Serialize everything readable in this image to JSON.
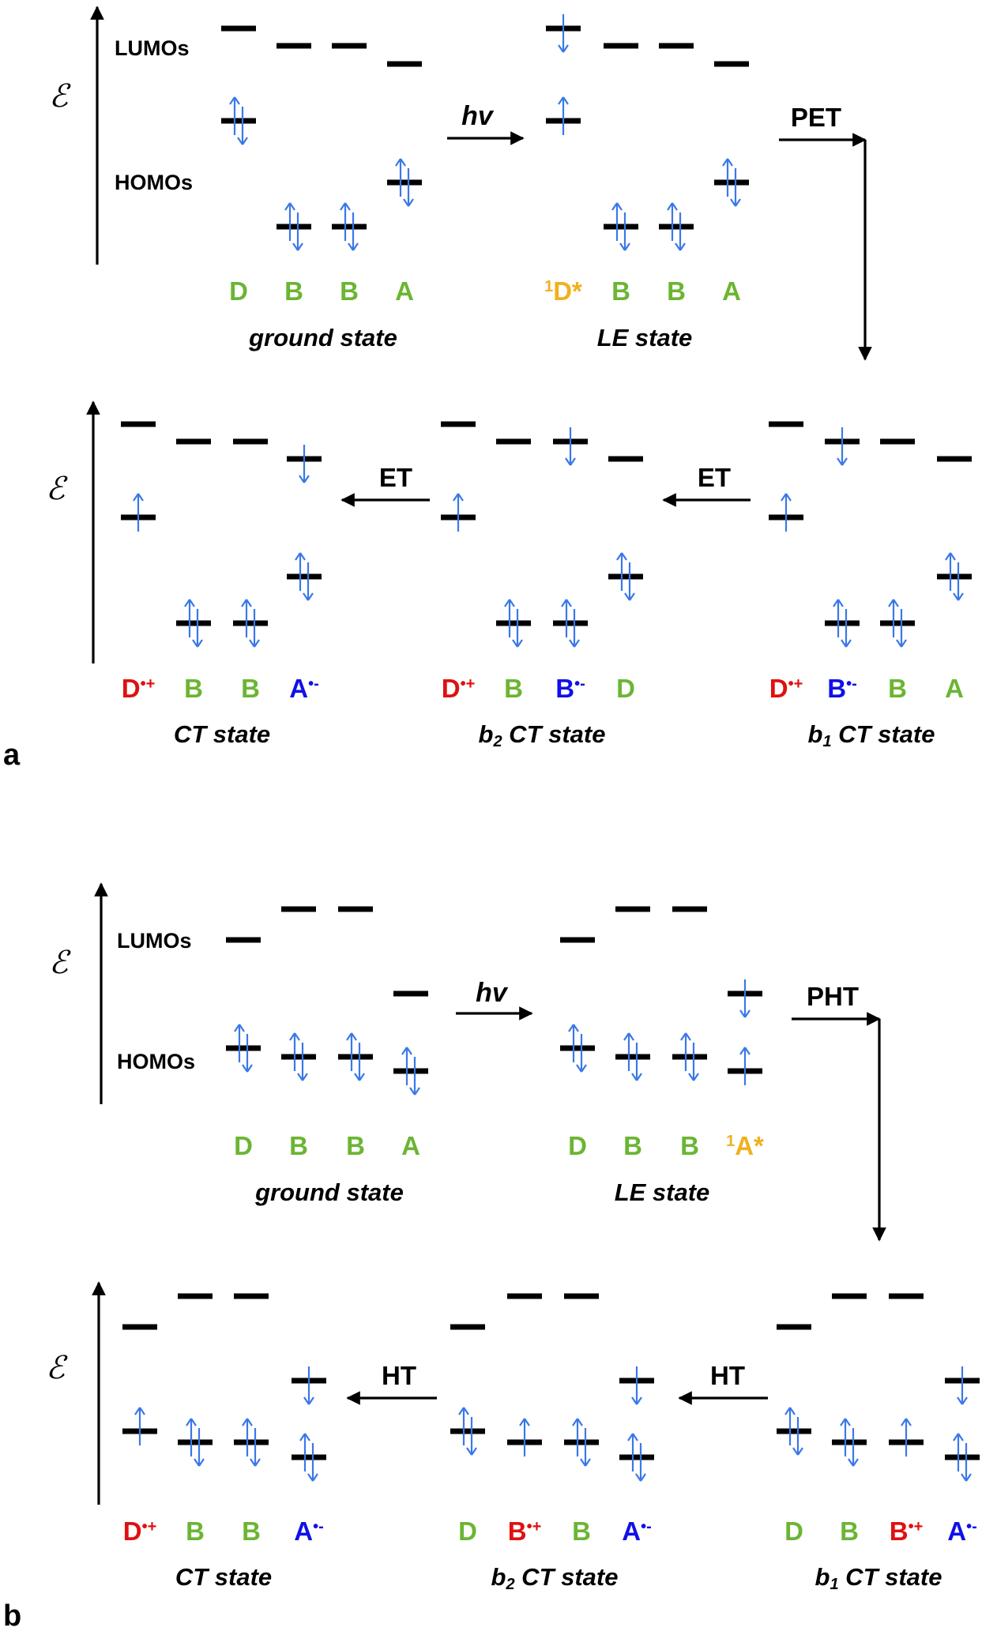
{
  "colors": {
    "green": "#6bb533",
    "red": "#e01010",
    "blue": "#1010e8",
    "orange": "#f0b020",
    "electron": "#3a78e8",
    "black": "#000000"
  },
  "energy_symbol": "ℰ",
  "orbital_labels": {
    "lumo": "LUMOs",
    "homo": "HOMOs"
  },
  "process_labels": {
    "hv": "hv",
    "pet": "PET",
    "pht": "PHT",
    "et": "ET",
    "ht": "HT"
  },
  "panels": [
    {
      "letter": "a",
      "rows": [
        {
          "states": [
            {
              "caption": "ground state",
              "species": [
                {
                  "text": "D",
                  "color": "green"
                },
                {
                  "text": "B",
                  "color": "green"
                },
                {
                  "text": "B",
                  "color": "green"
                },
                {
                  "text": "A",
                  "color": "green"
                }
              ]
            },
            {
              "caption": "LE state",
              "species": [
                {
                  "text": "D*",
                  "sup_pre": "1",
                  "color": "orange"
                },
                {
                  "text": "B",
                  "color": "green"
                },
                {
                  "text": "B",
                  "color": "green"
                },
                {
                  "text": "A",
                  "color": "green"
                }
              ]
            }
          ]
        },
        {
          "states": [
            {
              "caption": "CT state",
              "species": [
                {
                  "text": "D",
                  "sup": "•+",
                  "color": "red"
                },
                {
                  "text": "B",
                  "color": "green"
                },
                {
                  "text": "B",
                  "color": "green"
                },
                {
                  "text": "A",
                  "sup": "•-",
                  "color": "blue"
                }
              ]
            },
            {
              "caption_prefix": "b",
              "caption_sub": "2",
              "caption": " CT state",
              "species": [
                {
                  "text": "D",
                  "sup": "•+",
                  "color": "red"
                },
                {
                  "text": "B",
                  "color": "green"
                },
                {
                  "text": "B",
                  "sup": "•-",
                  "color": "blue"
                },
                {
                  "text": "D",
                  "color": "green"
                }
              ]
            },
            {
              "caption_prefix": "b",
              "caption_sub": "1",
              "caption": " CT state",
              "species": [
                {
                  "text": "D",
                  "sup": "•+",
                  "color": "red"
                },
                {
                  "text": "B",
                  "sup": "•-",
                  "color": "blue"
                },
                {
                  "text": "B",
                  "color": "green"
                },
                {
                  "text": "A",
                  "color": "green"
                }
              ]
            }
          ]
        }
      ]
    },
    {
      "letter": "b",
      "rows": [
        {
          "states": [
            {
              "caption": "ground state",
              "species": [
                {
                  "text": "D",
                  "color": "green"
                },
                {
                  "text": "B",
                  "color": "green"
                },
                {
                  "text": "B",
                  "color": "green"
                },
                {
                  "text": "A",
                  "color": "green"
                }
              ]
            },
            {
              "caption": "LE state",
              "species": [
                {
                  "text": "D",
                  "color": "green"
                },
                {
                  "text": "B",
                  "color": "green"
                },
                {
                  "text": "B",
                  "color": "green"
                },
                {
                  "text": "A*",
                  "sup_pre": "1",
                  "color": "orange"
                }
              ]
            }
          ]
        },
        {
          "states": [
            {
              "caption": "CT state",
              "species": [
                {
                  "text": "D",
                  "sup": "•+",
                  "color": "red"
                },
                {
                  "text": "B",
                  "color": "green"
                },
                {
                  "text": "B",
                  "color": "green"
                },
                {
                  "text": "A",
                  "sup": "•-",
                  "color": "blue"
                }
              ]
            },
            {
              "caption_prefix": "b",
              "caption_sub": "2",
              "caption": " CT state",
              "species": [
                {
                  "text": "D",
                  "color": "green"
                },
                {
                  "text": "B",
                  "sup": "•+",
                  "color": "red"
                },
                {
                  "text": "B",
                  "color": "green"
                },
                {
                  "text": "A",
                  "sup": "•-",
                  "color": "blue"
                }
              ]
            },
            {
              "caption_prefix": "b",
              "caption_sub": "1",
              "caption": " CT state",
              "species": [
                {
                  "text": "D",
                  "color": "green"
                },
                {
                  "text": "B",
                  "color": "green"
                },
                {
                  "text": "B",
                  "sup": "•+",
                  "color": "red"
                },
                {
                  "text": "A",
                  "sup": "•-",
                  "color": "blue"
                }
              ]
            }
          ]
        }
      ]
    }
  ]
}
